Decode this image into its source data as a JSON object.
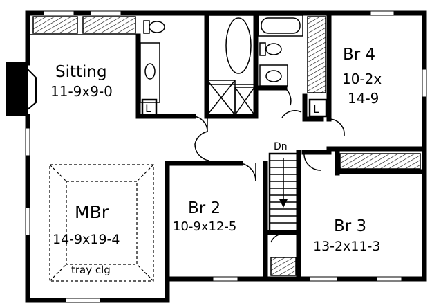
{
  "rooms": {
    "sitting": {
      "name": "Sitting",
      "dims": "11-9x9-0"
    },
    "br4": {
      "name": "Br 4",
      "dims_line1": "10-2x",
      "dims_line2": "14-9"
    },
    "mbr": {
      "name": "MBr",
      "dims": "14-9x19-4",
      "note": "tray clg"
    },
    "br2": {
      "name": "Br 2",
      "dims": "10-9x12-5"
    },
    "br3": {
      "name": "Br 3",
      "dims": "13-2x11-3"
    }
  },
  "stair": {
    "label": "Dn"
  },
  "laundry_left": {
    "label": "L"
  },
  "laundry_right": {
    "label": "L"
  }
}
